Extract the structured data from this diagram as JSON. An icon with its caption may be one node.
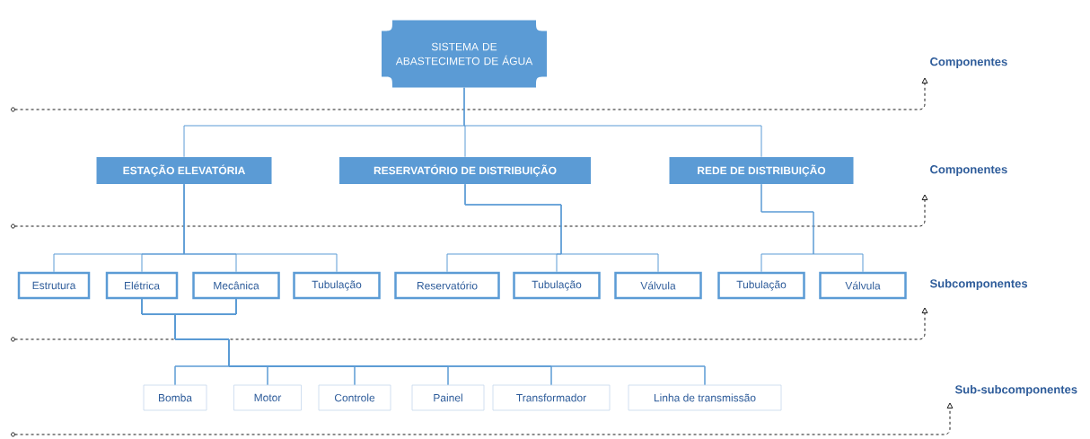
{
  "diagram": {
    "nodes": [
      {
        "text": [
          "SISTEMA DE ABASTECIMETO DE ÁGUA"
        ]
      },
      {
        "text": [
          "ESTAÇÃO ELEVATÓRIA"
        ]
      },
      {
        "text": [
          "RESERVATÓRIO DE DISTRIBUIÇÃO"
        ]
      },
      {
        "text": [
          "REDE DE DISTRIBUIÇÃO"
        ]
      },
      {
        "text": [
          "Estrutura"
        ]
      },
      {
        "text": [
          "Elétrica"
        ]
      },
      {
        "text": [
          "Mecânica"
        ]
      },
      {
        "text": [
          "Tubulação"
        ]
      },
      {
        "text": [
          "Reservatório"
        ]
      },
      {
        "text": [
          "Tubulação"
        ]
      },
      {
        "text": [
          "Válvula"
        ]
      },
      {
        "text": [
          "Tubulação"
        ]
      },
      {
        "text": [
          "Válvula"
        ]
      },
      {
        "text": [
          "Bomba"
        ]
      },
      {
        "text": [
          "Motor"
        ]
      },
      {
        "text": [
          "Controle"
        ]
      },
      {
        "text": [
          "Painel"
        ]
      },
      {
        "text": [
          "Transformador"
        ]
      },
      {
        "text": [
          "Linha de transmissão"
        ]
      }
    ],
    "edges": [
      {
        "from": 0,
        "to": 1,
        "arrow": "none"
      },
      {
        "from": 0,
        "to": 2,
        "arrow": "none"
      },
      {
        "from": 0,
        "to": 3,
        "arrow": "none"
      },
      {
        "from": 1,
        "to": 4,
        "arrow": "none"
      },
      {
        "from": 1,
        "to": 5,
        "arrow": "none"
      },
      {
        "from": 1,
        "to": 6,
        "arrow": "none"
      },
      {
        "from": 1,
        "to": 7,
        "arrow": "none"
      },
      {
        "from": 2,
        "to": 8,
        "arrow": "none"
      },
      {
        "from": 2,
        "to": 9,
        "arrow": "none"
      },
      {
        "from": 2,
        "to": 10,
        "arrow": "none"
      },
      {
        "from": 3,
        "to": 11,
        "arrow": "none"
      },
      {
        "from": 3,
        "to": 12,
        "arrow": "none"
      },
      {
        "from": 5,
        "to": 13,
        "arrow": "none"
      },
      {
        "from": 5,
        "to": 14,
        "arrow": "none"
      },
      {
        "from": 5,
        "to": 15,
        "arrow": "none"
      },
      {
        "from": 5,
        "to": 16,
        "arrow": "none"
      },
      {
        "from": 5,
        "to": 17,
        "arrow": "none"
      },
      {
        "from": 5,
        "to": 18,
        "arrow": "none"
      },
      {
        "from": 6,
        "to": 13,
        "arrow": "none"
      },
      {
        "from": 6,
        "to": 14,
        "arrow": "none"
      },
      {
        "from": 6,
        "to": 15,
        "arrow": "none"
      },
      {
        "from": 6,
        "to": 16,
        "arrow": "none"
      },
      {
        "from": 6,
        "to": 17,
        "arrow": "none"
      },
      {
        "from": 6,
        "to": 18,
        "arrow": "none"
      }
    ],
    "labels": [
      "Componentes",
      "Componentes",
      "Subcomponentes",
      "Sub-subcomponentes"
    ]
  }
}
